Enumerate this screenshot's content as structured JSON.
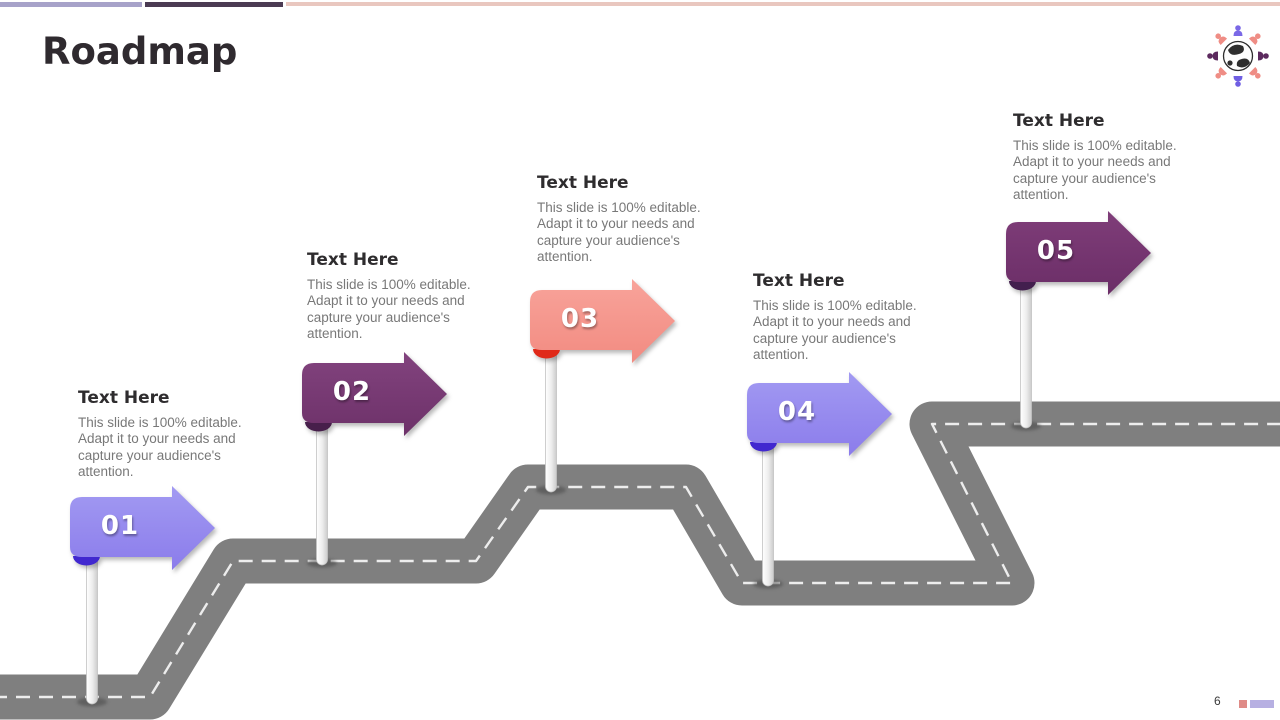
{
  "slide": {
    "title": "Roadmap",
    "page_number": "6"
  },
  "top_bar": {
    "colors": [
      "#a7a2c9",
      "#4b3b53",
      "#e9c7bf"
    ]
  },
  "road": {
    "color": "#7f7f7f",
    "dash_color": "#ededed"
  },
  "logo": {
    "icon": "globe-with-people"
  },
  "footer": {
    "page_number": "6",
    "marker_colors": [
      "#df8b87",
      "#b7b0e2"
    ]
  },
  "milestones": [
    {
      "number": "01",
      "heading": "Text Here",
      "body": "This slide is 100% editable. Adapt it to your needs and capture your audience's attention.",
      "sign_color": "#8b7ceb",
      "sign_color_light": "#a29af2",
      "curl_color": "#4128cf"
    },
    {
      "number": "02",
      "heading": "Text Here",
      "body": "This slide is 100% editable. Adapt it to your needs and capture your audience's attention.",
      "sign_color": "#6d3169",
      "sign_color_light": "#82437e",
      "curl_color": "#471f4b"
    },
    {
      "number": "03",
      "heading": "Text Here",
      "body": "This slide is 100% editable. Adapt it to your needs and capture your audience's attention.",
      "sign_color": "#f28b81",
      "sign_color_light": "#f8a39a",
      "curl_color": "#e02a19"
    },
    {
      "number": "04",
      "heading": "Text Here",
      "body": "This slide is 100% editable. Adapt it to your needs and capture your audience's attention.",
      "sign_color": "#8b7ceb",
      "sign_color_light": "#a29af2",
      "curl_color": "#4128cf"
    },
    {
      "number": "05",
      "heading": "Text Here",
      "body": "This slide is 100% editable. Adapt it to your needs and capture your audience's attention.",
      "sign_color": "#6b2e67",
      "sign_color_light": "#7f3d79",
      "curl_color": "#431f4e"
    }
  ]
}
